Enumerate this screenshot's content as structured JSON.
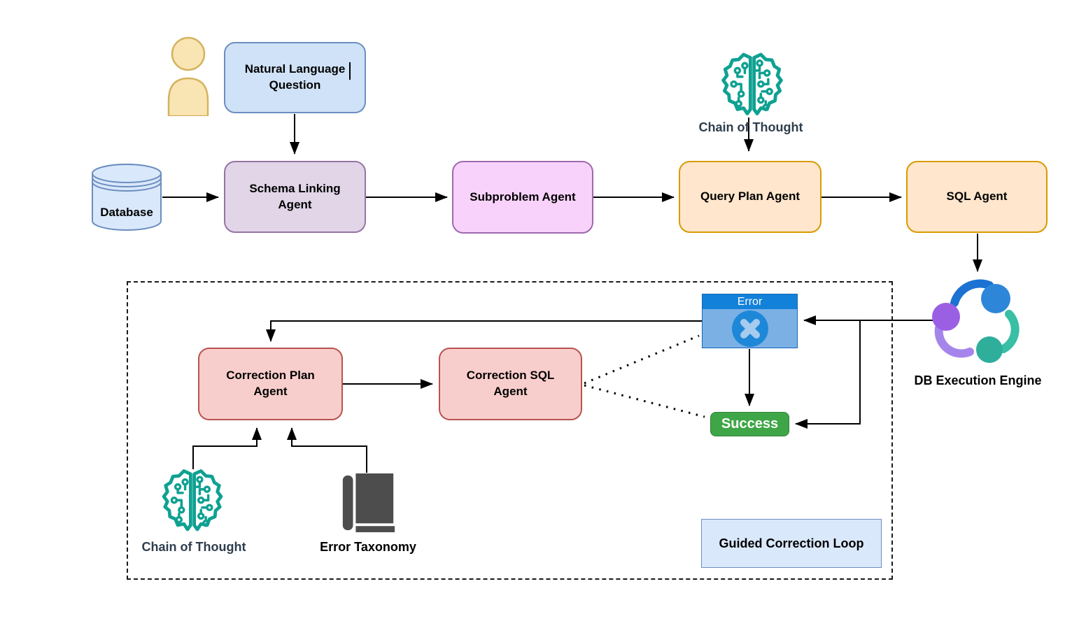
{
  "diagram_type": "flowchart",
  "nodes": {
    "natural_language_question": {
      "label": "Natural Language Question"
    },
    "database": {
      "label": "Database"
    },
    "schema_linking_agent": {
      "label": "Schema Linking Agent"
    },
    "subproblem_agent": {
      "label": "Subproblem Agent"
    },
    "chain_of_thought_top": {
      "label": "Chain of Thought"
    },
    "query_plan_agent": {
      "label": "Query Plan Agent"
    },
    "sql_agent": {
      "label": "SQL Agent"
    },
    "db_execution_engine": {
      "label": "DB Execution Engine"
    },
    "error_window": {
      "title": "Error"
    },
    "success_badge": {
      "label": "Success"
    },
    "correction_plan_agent": {
      "label": "Correction Plan Agent"
    },
    "correction_sql_agent": {
      "label": "Correction SQL Agent"
    },
    "chain_of_thought_bottom": {
      "label": "Chain of Thought"
    },
    "error_taxonomy": {
      "label": "Error Taxonomy"
    },
    "guided_correction_loop": {
      "label": "Guided Correction Loop"
    }
  },
  "edges": [
    {
      "from": "natural_language_question",
      "to": "schema_linking_agent",
      "style": "solid-arrow"
    },
    {
      "from": "database",
      "to": "schema_linking_agent",
      "style": "solid-arrow"
    },
    {
      "from": "schema_linking_agent",
      "to": "subproblem_agent",
      "style": "solid-arrow"
    },
    {
      "from": "subproblem_agent",
      "to": "query_plan_agent",
      "style": "solid-arrow"
    },
    {
      "from": "chain_of_thought_top",
      "to": "query_plan_agent",
      "style": "solid-arrow"
    },
    {
      "from": "query_plan_agent",
      "to": "sql_agent",
      "style": "solid-arrow"
    },
    {
      "from": "sql_agent",
      "to": "db_execution_engine",
      "style": "solid-arrow"
    },
    {
      "from": "db_execution_engine",
      "to": "error_window",
      "style": "solid-arrow"
    },
    {
      "from": "db_execution_engine",
      "to": "success_badge",
      "style": "solid-arrow"
    },
    {
      "from": "error_window",
      "to": "correction_plan_agent",
      "style": "solid-arrow"
    },
    {
      "from": "error_window",
      "to": "success_badge",
      "style": "solid-arrow"
    },
    {
      "from": "correction_plan_agent",
      "to": "correction_sql_agent",
      "style": "solid-arrow"
    },
    {
      "from": "chain_of_thought_bottom",
      "to": "correction_plan_agent",
      "style": "solid-arrow"
    },
    {
      "from": "error_taxonomy",
      "to": "correction_plan_agent",
      "style": "solid-arrow"
    },
    {
      "from": "correction_sql_agent",
      "to": "error_window",
      "style": "dotted"
    },
    {
      "from": "correction_sql_agent",
      "to": "success_badge",
      "style": "dotted"
    }
  ],
  "icons": {
    "person": "person-icon",
    "database": "database-cylinder-icon",
    "chain_of_thought_top": "circuit-brain-icon",
    "chain_of_thought_bottom": "circuit-brain-icon",
    "db_execution_engine": "sync-circles-icon",
    "error": "x-circle-icon",
    "error_taxonomy": "book-icon"
  },
  "colors": {
    "box_blue_fill": "#cfe2f7",
    "box_blue_light_fill": "#dae8fc",
    "box_blue_stroke": "#6c8ebf",
    "box_purple_fill": "#e1d5e7",
    "box_purple_stroke": "#9673a6",
    "box_pink_fill": "#f9d2fb",
    "box_pink_stroke": "#9e69af",
    "box_orange_fill": "#ffe6cc",
    "box_orange_stroke": "#d79b00",
    "box_red_fill": "#f8cecc",
    "box_red_stroke": "#b85450",
    "success_green": "#3fa647",
    "error_title_blue": "#1281d9",
    "error_body_blue": "#7ab0e4",
    "error_circle_blue": "#1e88d8",
    "teal_icon": "#0fa192",
    "person_yellow_fill": "#f9e5b3",
    "person_yellow_stroke": "#d4b35f",
    "book_gray": "#4d4d4d",
    "label_slate": "#2f3e4d",
    "connector_black": "#000000"
  }
}
